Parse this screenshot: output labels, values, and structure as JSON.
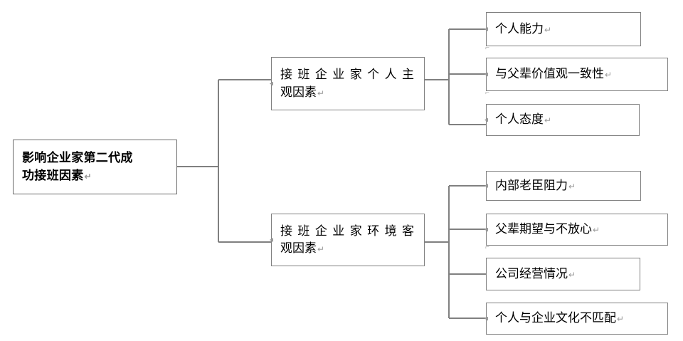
{
  "diagram": {
    "title": "影响企业家第二代成功接班因素",
    "type": "hierarchical-tree",
    "line_color": "#808080",
    "box_border_color": "#808080",
    "text_color": "#000000",
    "pilcrow": "↵"
  },
  "root": {
    "label": "影响企业家第二代成\n功接班因素",
    "line1": "影响企业家第二代成",
    "line2": "功接班因素"
  },
  "branches": [
    {
      "id": "subjective",
      "label": "接班企业家个人主观因素",
      "line1": "接班企业家个人主",
      "line2": "观因素",
      "children": [
        {
          "id": "personal-ability",
          "label": "个人能力"
        },
        {
          "id": "value-alignment",
          "label": "与父辈价值观一致性"
        },
        {
          "id": "personal-attitude",
          "label": "个人态度"
        }
      ]
    },
    {
      "id": "objective",
      "label": "接班企业家环境客观因素",
      "line1": "接班企业家环境客",
      "line2": "观因素",
      "children": [
        {
          "id": "veteran-resistance",
          "label": "内部老臣阻力"
        },
        {
          "id": "parent-expectation",
          "label": "父辈期望与不放心"
        },
        {
          "id": "company-performance",
          "label": "公司经营情况"
        },
        {
          "id": "culture-mismatch",
          "label": "个人与企业文化不匹配"
        }
      ]
    }
  ]
}
